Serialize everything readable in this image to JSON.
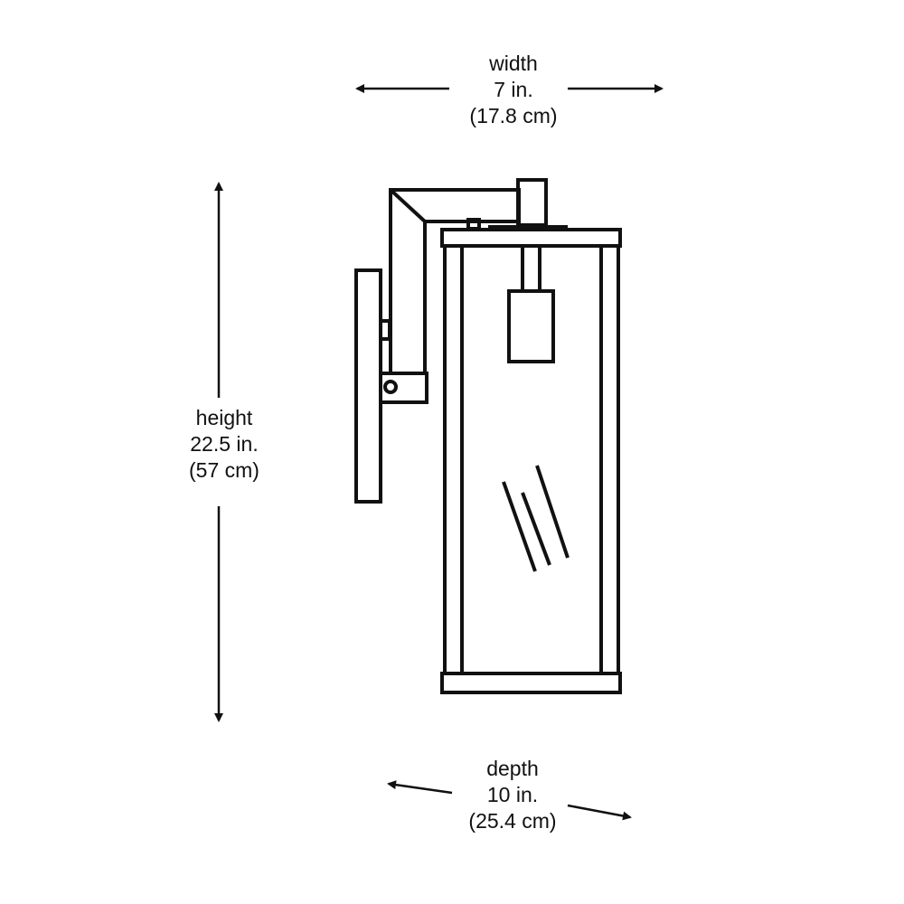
{
  "dimensions": {
    "width": {
      "name": "width",
      "imperial": "7 in.",
      "metric": "(17.8 cm)"
    },
    "height": {
      "name": "height",
      "imperial": "22.5 in.",
      "metric": "(57 cm)"
    },
    "depth": {
      "name": "depth",
      "imperial": "10 in.",
      "metric": "(25.4 cm)"
    }
  },
  "colors": {
    "stroke": "#111111",
    "background": "#ffffff"
  }
}
